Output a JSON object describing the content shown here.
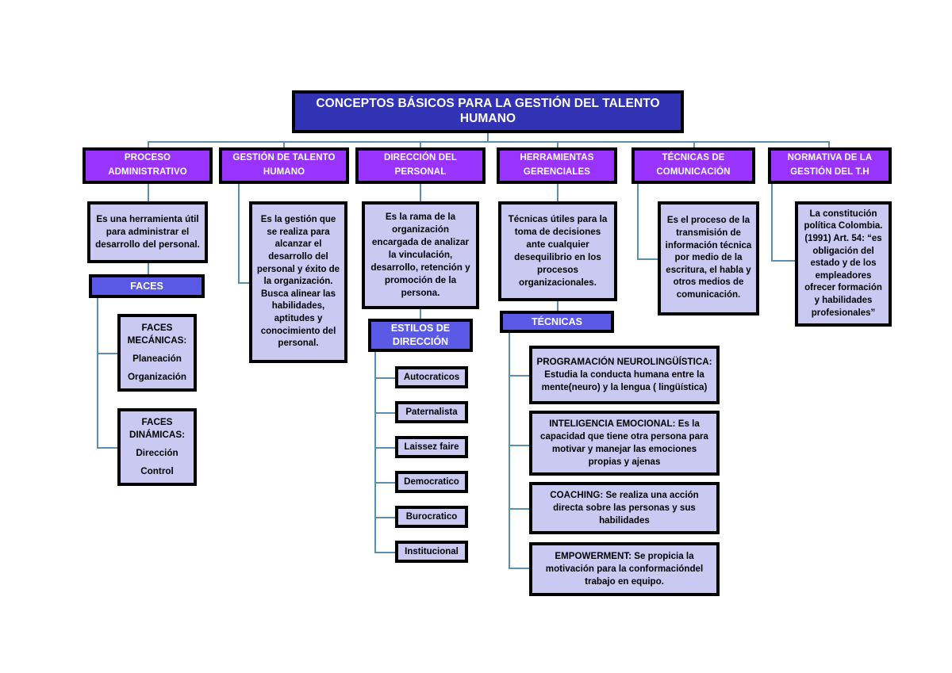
{
  "diagram": {
    "title": "CONCEPTOS BÁSICOS PARA LA GESTIÓN DEL TALENTO HUMANO",
    "categories": [
      {
        "label": "PROCESO ADMINISTRATIVO"
      },
      {
        "label": "GESTIÓN DE TALENTO HUMANO"
      },
      {
        "label": "DIRECCIÓN DEL PERSONAL"
      },
      {
        "label": "HERRAMIENTAS GERENCIALES"
      },
      {
        "label": "TÉCNICAS DE COMUNICACIÓN"
      },
      {
        "label": "NORMATIVA DE LA GESTIÓN DEL T.H"
      }
    ],
    "descriptions": {
      "proceso_administrativo": "Es una herramienta útil para administrar el desarrollo del personal.",
      "gestion_talento_humano": "Es la gestión que se realiza para alcanzar el desarrollo del personal y éxito de la organización. Busca alinear las habilidades, aptitudes y conocimiento del personal.",
      "direccion_personal": "Es la rama de la organización encargada de analizar la vinculación, desarrollo, retención y promoción de la persona.",
      "herramientas_gerenciales": "Técnicas útiles para la toma de decisiones ante cualquier desequilibrio en los procesos organizacionales.",
      "tecnicas_comunicacion": "Es el proceso de la transmisión de información técnica por medio de la escritura, el habla y otros medios de comunicación.",
      "normativa": "La constitución política Colombia. (1991) Art. 54: “es obligación del estado y de los empleadores ofrecer formación y habilidades profesionales”"
    },
    "subheads": {
      "faces": "FACES",
      "estilos": "ESTILOS DE DIRECCIÓN",
      "tecnicas": "TÉCNICAS"
    },
    "faces_branches": [
      {
        "heading": "FACES MECÁNICAS:",
        "items": [
          "Planeación",
          "Organización"
        ]
      },
      {
        "heading": "FACES DINÁMICAS:",
        "items": [
          "Dirección",
          "Control"
        ]
      }
    ],
    "estilos_items": [
      "Autocraticos",
      "Paternalista",
      "Laissez faire",
      "Democratico",
      "Burocratico",
      "Institucional"
    ],
    "tecnicas_items": [
      "PROGRAMACIÓN NEUROLINGÜÍSTICA: Estudia la conducta humana entre la mente(neuro) y la lengua ( lingüística)",
      "INTELIGENCIA EMOCIONAL: Es la capacidad que tiene otra persona para motivar y manejar las emociones propias y ajenas",
      "COACHING: Se realiza una acción directa sobre las personas y sus habilidades",
      "EMPOWERMENT: Se propicia la motivación para la conformacióndel trabajo en equipo."
    ],
    "colors": {
      "title_fill": "#3232b4",
      "category_fill": "#9933ff",
      "subhead_fill": "#5a5ae6",
      "body_fill": "#c9c9f2",
      "border": "#000000",
      "connector": "#5a8fb0",
      "page_background": "#ffffff"
    }
  }
}
